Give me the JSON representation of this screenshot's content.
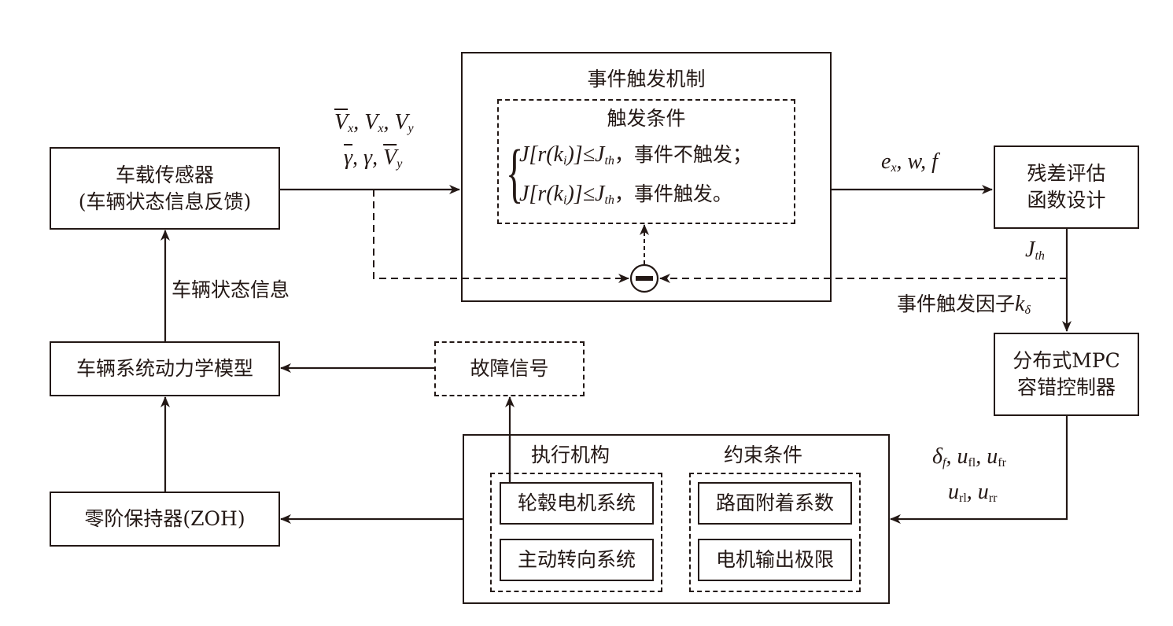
{
  "diagram": {
    "blocks": {
      "sensor": {
        "line1": "车载传感器",
        "line2": "(车辆状态信息反馈)"
      },
      "dynamics": {
        "label": "车辆系统动力学模型"
      },
      "zoh": {
        "label": "零阶保持器(ZOH)"
      },
      "fault": {
        "label": "故障信号"
      },
      "event_mechanism": {
        "title": "事件触发机制",
        "condition_title": "触发条件",
        "conditions": [
          {
            "lhs": "J[r(k",
            "sub_i": "i",
            "rhs_tail": ")]≤J",
            "sub_th": "th",
            "text": "，事件不触发；"
          },
          {
            "lhs": "J[r(k",
            "sub_i": "i",
            "rhs_tail": ")]≤J",
            "sub_th": "th",
            "text": "，事件触发。"
          }
        ],
        "comparator_symbol": "−"
      },
      "residual": {
        "line1": "残差评估",
        "line2": "函数设计"
      },
      "mpc": {
        "line1": "分布式MPC",
        "line2": "容错控制器"
      },
      "actuator_group": {
        "actuators_title": "执行机构",
        "actuators": [
          "轮毂电机系统",
          "主动转向系统"
        ],
        "constraints_title": "约束条件",
        "constraints": [
          "路面附着系数",
          "电机输出极限"
        ]
      }
    },
    "signals": {
      "state_info": "车辆状态信息",
      "sensor_out_row1": [
        {
          "base": "V",
          "sub": "x",
          "bar": true
        },
        {
          "base": "V",
          "sub": "x",
          "bar": false
        },
        {
          "base": "V",
          "sub": "y",
          "bar": false
        }
      ],
      "sensor_out_row2": [
        {
          "base": "γ",
          "sub": "",
          "bar": true
        },
        {
          "base": "γ",
          "sub": "",
          "bar": false
        },
        {
          "base": "V",
          "sub": "y",
          "bar": true
        }
      ],
      "event_out": {
        "e": "e",
        "e_sub": "x",
        "rest": ", w, f"
      },
      "threshold": {
        "base": "J",
        "sub": "th"
      },
      "trigger_factor": {
        "text": "事件触发因子",
        "base": "k",
        "sub": "δ"
      },
      "control_row1": {
        "delta": "δ",
        "delta_sub": "f",
        "u": "u",
        "u1_sub": "fl",
        "u2_sub": "fr"
      },
      "control_row2": {
        "u": "u",
        "u1_sub": "rl",
        "u2_sub": "rr"
      }
    },
    "colors": {
      "ink": "#231815",
      "background": "#ffffff"
    }
  }
}
